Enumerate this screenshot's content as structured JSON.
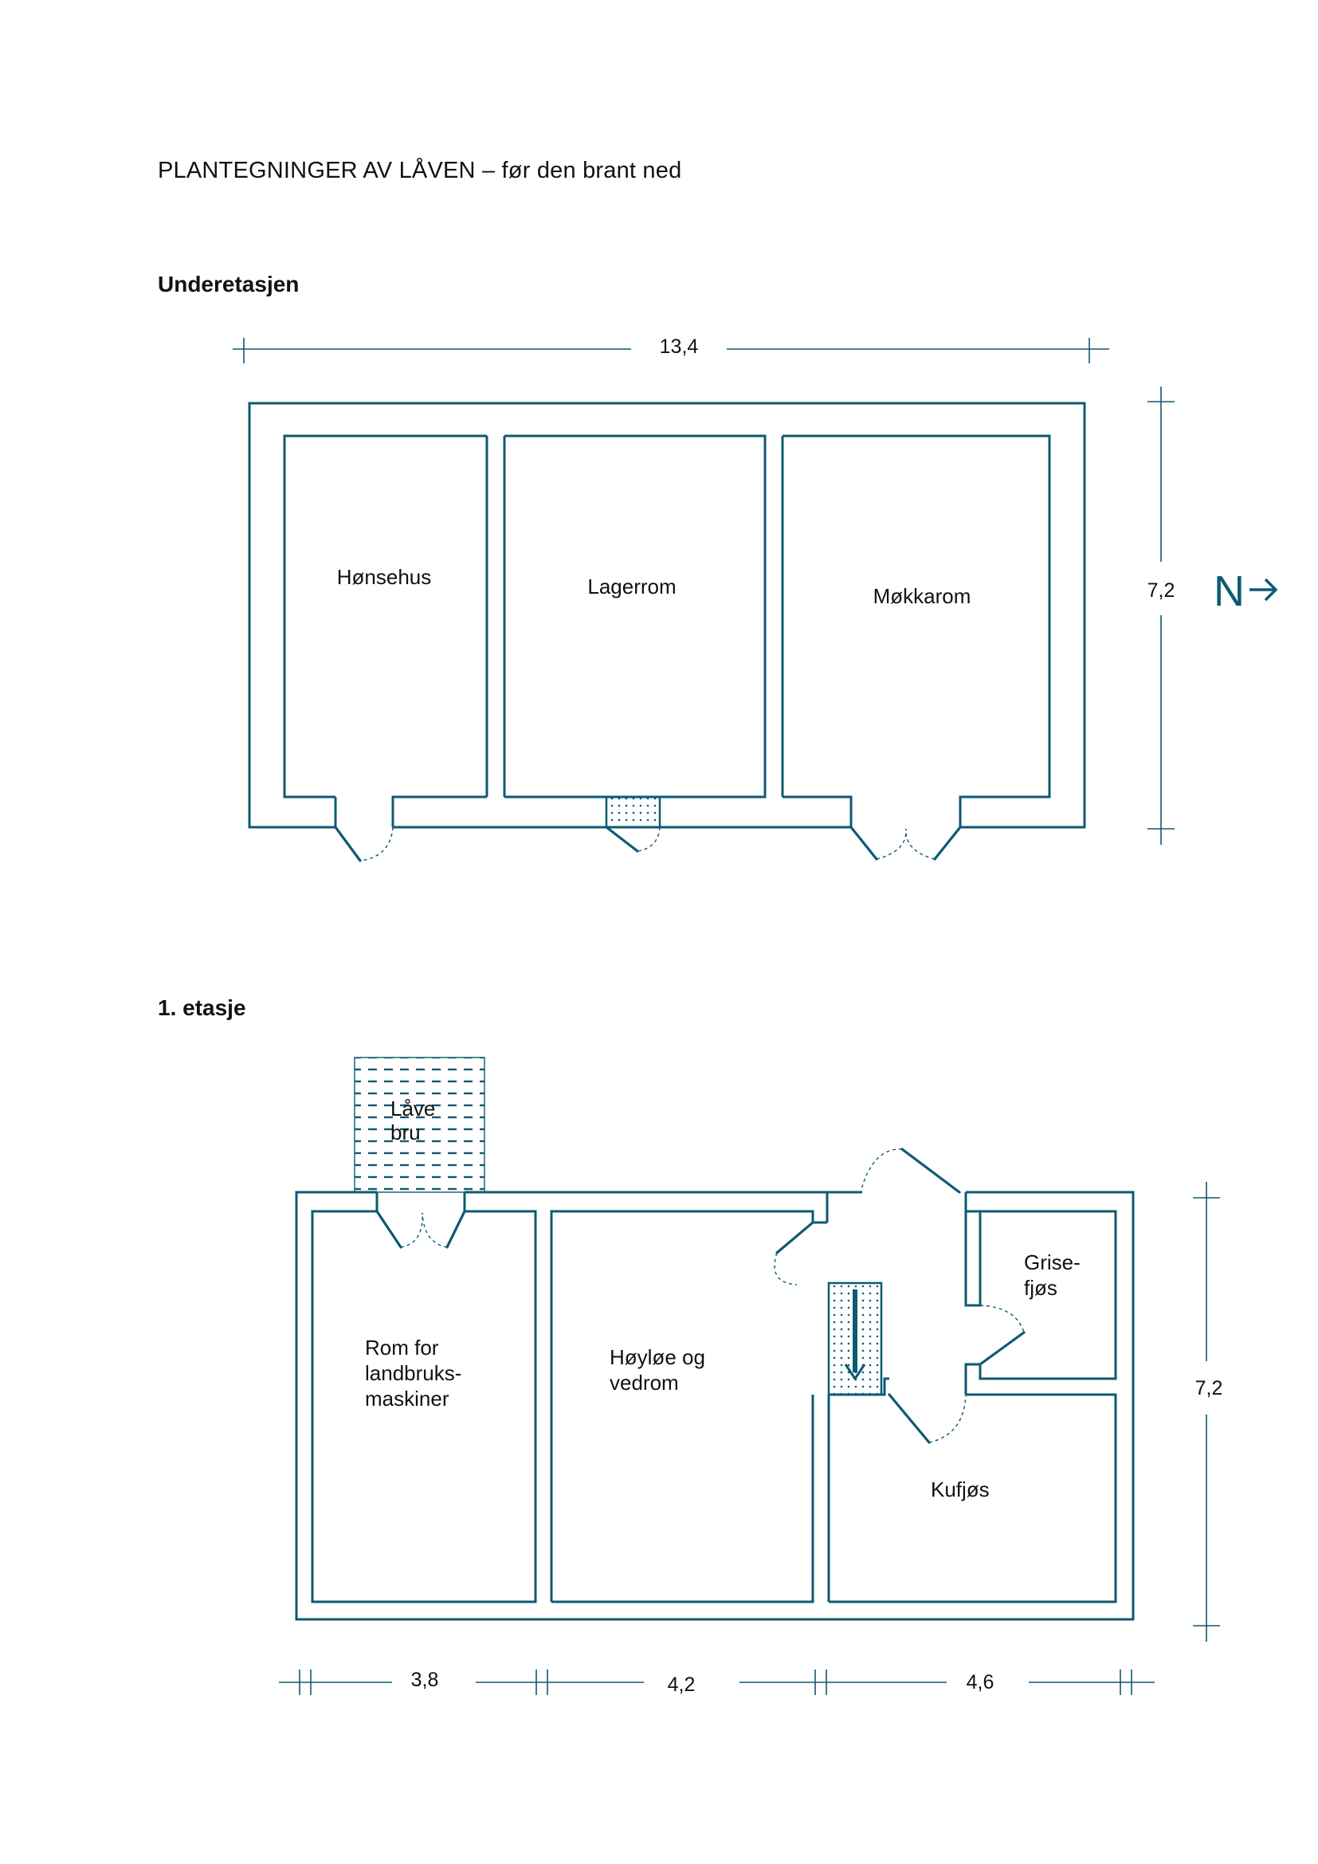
{
  "title": "PLANTEGNINGER AV LÅVEN – før den brant ned",
  "floors": [
    {
      "name": "Underetasjen",
      "rooms": [
        "Hønsehus",
        "Lagerrom",
        "Møkkarom"
      ],
      "dimensions": {
        "length": "13,4",
        "width": "7,2"
      }
    },
    {
      "name": "1. etasje",
      "rooms": {
        "bridge": [
          "Låve",
          "bru"
        ],
        "machines": [
          "Rom for",
          "landbruks-",
          "maskiner"
        ],
        "hay": [
          "Høyløe og",
          "vedrom"
        ],
        "pigs": [
          "Grise-",
          "fjøs"
        ],
        "cows": "Kufjøs"
      },
      "dimensions": {
        "width": "7,2",
        "segments": [
          "3,8",
          "4,2",
          "4,6"
        ]
      }
    }
  ],
  "north": {
    "letter": "N",
    "arrow": "→"
  },
  "colors": {
    "plan_line": "#0d5a72",
    "text": "#111111"
  }
}
